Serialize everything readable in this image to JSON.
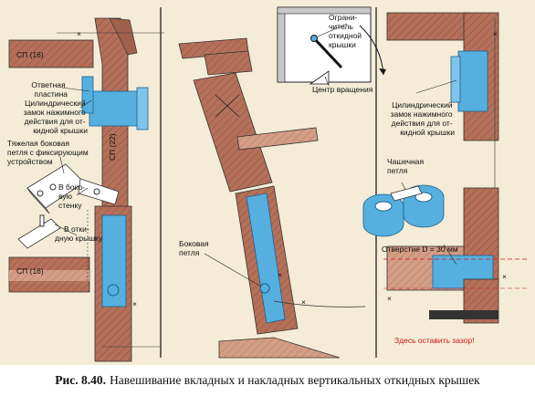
{
  "labels": {
    "sp16_top": "СП (16)",
    "sp22": "СП (22)",
    "sp16_bottom": "СП (16)",
    "strike_plate": [
      "Ответная",
      "пластина"
    ],
    "cyl_lock_left": [
      "Цилиндрический",
      "замок нажимного",
      "действия для от-",
      "кидной крышки"
    ],
    "heavy_hinge": [
      "Тяжелая боковая",
      "петля с фиксирующим",
      "устройством"
    ],
    "into_side_wall": [
      "В боко-",
      "вую",
      "стенку"
    ],
    "into_flap": [
      "В отки-",
      "дную крышку"
    ],
    "limiter": [
      "Ограни-",
      "читель",
      "откидной",
      "крышки"
    ],
    "rotation_center": "Центр вращения",
    "side_hinge": [
      "Боковая",
      "петля"
    ],
    "cyl_lock_right": [
      "Цилиндрический",
      "замок нажимного",
      "действия для от-",
      "кидной крышки"
    ],
    "cup_hinge": [
      "Чашечная",
      "петля"
    ],
    "hole": "Отверстие D = 30 мм",
    "gap_note": "Здесь оставить зазор!"
  },
  "caption": {
    "number": "Рис. 8.40.",
    "text": "Навешивание вкладных и накладных вертикальных откидных крышек"
  },
  "colors": {
    "wood": "#b5705a",
    "wood_light": "#d49e86",
    "metal": "#55b0e0",
    "panel": "#f4ecd6",
    "accent_red": "#d4141a"
  }
}
